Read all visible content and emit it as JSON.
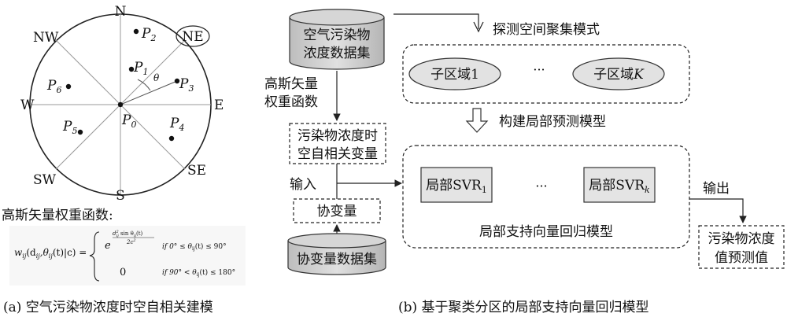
{
  "left": {
    "compass": {
      "n": "N",
      "s": "S",
      "e": "E",
      "w": "W",
      "nw": "NW",
      "ne": "NE",
      "sw": "SW",
      "se": "SE"
    },
    "points": [
      {
        "name": "p0",
        "label": "P",
        "sub": "0"
      },
      {
        "name": "p1",
        "label": "P",
        "sub": "1"
      },
      {
        "name": "p2",
        "label": "P",
        "sub": "2"
      },
      {
        "name": "p3",
        "label": "P",
        "sub": "3"
      },
      {
        "name": "p4",
        "label": "P",
        "sub": "4"
      },
      {
        "name": "p5",
        "label": "P",
        "sub": "5"
      },
      {
        "name": "p6",
        "label": "P",
        "sub": "6"
      }
    ],
    "theta": "θ",
    "formula_title": "高斯矢量权重函数:",
    "formula": {
      "lhs": "w",
      "lhs_sub": "ij",
      "lhs_args": "(d",
      "d_sub": "ij",
      "comma": ",θ",
      "theta_sub": "ij",
      "tail": "(t)|c) =",
      "exp_base": "e",
      "exp_num": "d",
      "exp_num_sup": "2",
      "exp_num_sub": "ij",
      "exp_num_rest": " sin θ",
      "exp_num_theta_sub": "ij",
      "exp_num_t": "(t)",
      "exp_den": "2c",
      "exp_den_sup": "2",
      "cond1": "if   0° ≤ θ",
      "cond1_sub": "ij",
      "cond1_rest": "(t) ≤ 90°",
      "zero": "0",
      "cond2": "if   90° < θ",
      "cond2_sub": "ij",
      "cond2_rest": "(t) ≤ 180°"
    },
    "caption": "(a) 空气污染物浓度时空自相关建模"
  },
  "right": {
    "db_air_line1": "空气污染物",
    "db_air_line2": "浓度数据集",
    "detect": "探测空间聚集模式",
    "subregion1": "子区域1",
    "subregion_dots": "···",
    "subregionK": "子区域",
    "subregionK_var": "K",
    "gauss_line1": "高斯矢量",
    "gauss_line2": "权重函数",
    "build": "构建局部预测模型",
    "autocorr_line1": "污染物浓度时",
    "autocorr_line2": "空自相关变量",
    "input": "输入",
    "svr1": "局部SVR",
    "svr1_sub": "1",
    "svr_dots": "···",
    "svrk": "局部SVR",
    "svrk_sub": "k",
    "output": "输出",
    "model_title": "局部支持向量回归模型",
    "covar": "协变量",
    "db_covar": "协变量数据集",
    "pred_line1": "污染物浓度",
    "pred_line2": "值预测值",
    "caption": "(b) 基于聚类分区的局部支持向量回归模型"
  }
}
